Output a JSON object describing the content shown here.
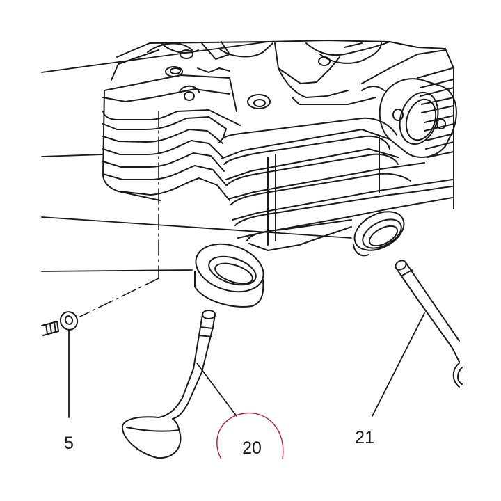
{
  "diagram": {
    "callouts": [
      {
        "id": "washer",
        "label": "5"
      },
      {
        "id": "exhaust-valve",
        "label": "20"
      },
      {
        "id": "intake-valve",
        "label": "21"
      }
    ],
    "highlight_color": "#b0203a",
    "line_color": "#1a1a1a"
  }
}
